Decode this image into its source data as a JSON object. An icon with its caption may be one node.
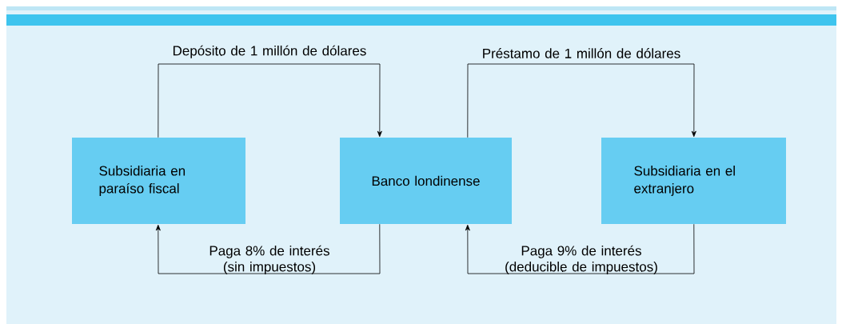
{
  "diagram": {
    "nodes": [
      {
        "text": [
          "Subsidiaria en paraíso fiscal"
        ]
      },
      {
        "text": [
          "Banco londinense"
        ]
      },
      {
        "text": [
          "Subsidiaria en el extranjero"
        ]
      }
    ],
    "edges": [
      {
        "from": 0,
        "to": 1,
        "arrow": "to",
        "label": "Depósito de 1 millón de dólares"
      },
      {
        "from": 1,
        "to": 2,
        "arrow": "to",
        "label": "Préstamo de 1 millón de dólares"
      },
      {
        "from": 1,
        "to": 0,
        "arrow": "to",
        "label": "Paga 8% de interés (sin impuestos)"
      },
      {
        "from": 2,
        "to": 1,
        "arrow": "to",
        "label": "Paga 9% de interés (deducible de impuestos)"
      }
    ]
  }
}
